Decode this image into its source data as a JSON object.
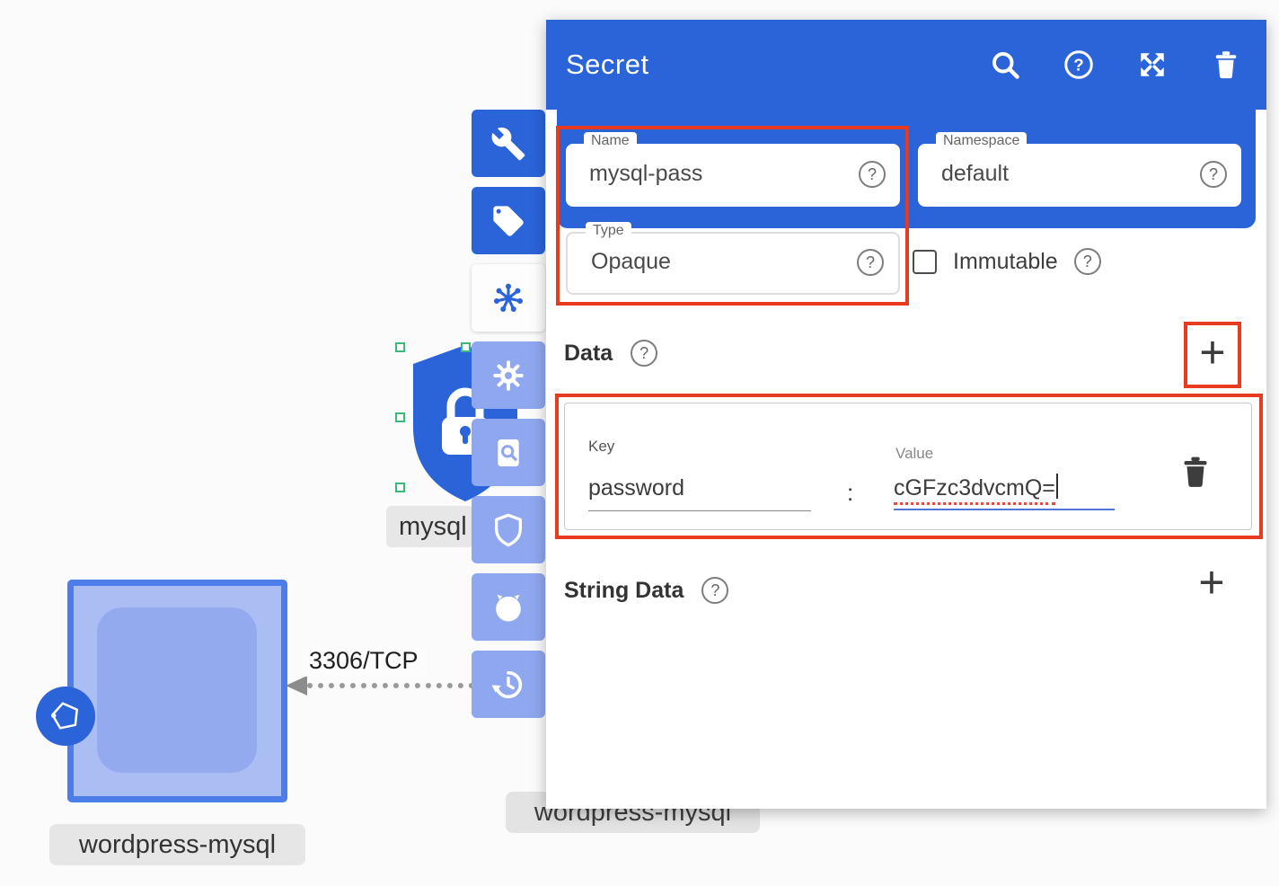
{
  "panel": {
    "title": "Secret",
    "name_field": {
      "label": "Name",
      "value": "mysql-pass"
    },
    "namespace_field": {
      "label": "Namespace",
      "value": "default"
    },
    "type_field": {
      "label": "Type",
      "value": "Opaque"
    },
    "immutable_label": "Immutable",
    "data_heading": "Data",
    "string_data_heading": "String Data",
    "data_row": {
      "key_label": "Key",
      "key_value": "password",
      "separator": ":",
      "value_label": "Value",
      "value_text": "cGFzc3dvcmQ="
    }
  },
  "canvas": {
    "secret_node_label": "mysql",
    "pod_node_label": "wordpress-mysql",
    "occluded_label": "wordpress-mysql",
    "edge_label": "3306/TCP"
  },
  "icons": {
    "help_glyph": "?",
    "plus_glyph": "+",
    "toolbar": [
      "wrench-icon",
      "tag-icon",
      "kubernetes-icon",
      "gear-icon",
      "search-document-icon",
      "shield-icon",
      "github-icon",
      "history-icon"
    ],
    "header": [
      "search-icon",
      "help-icon",
      "expand-icon",
      "trash-icon"
    ]
  },
  "colors": {
    "primary_blue": "#2b63d9",
    "light_blue": "#8fa7ef",
    "annotation_red": "#e83a1f",
    "node_border_blue": "#4c7de8",
    "node_fill": "#abbef3",
    "selection_green": "#3cb878"
  }
}
